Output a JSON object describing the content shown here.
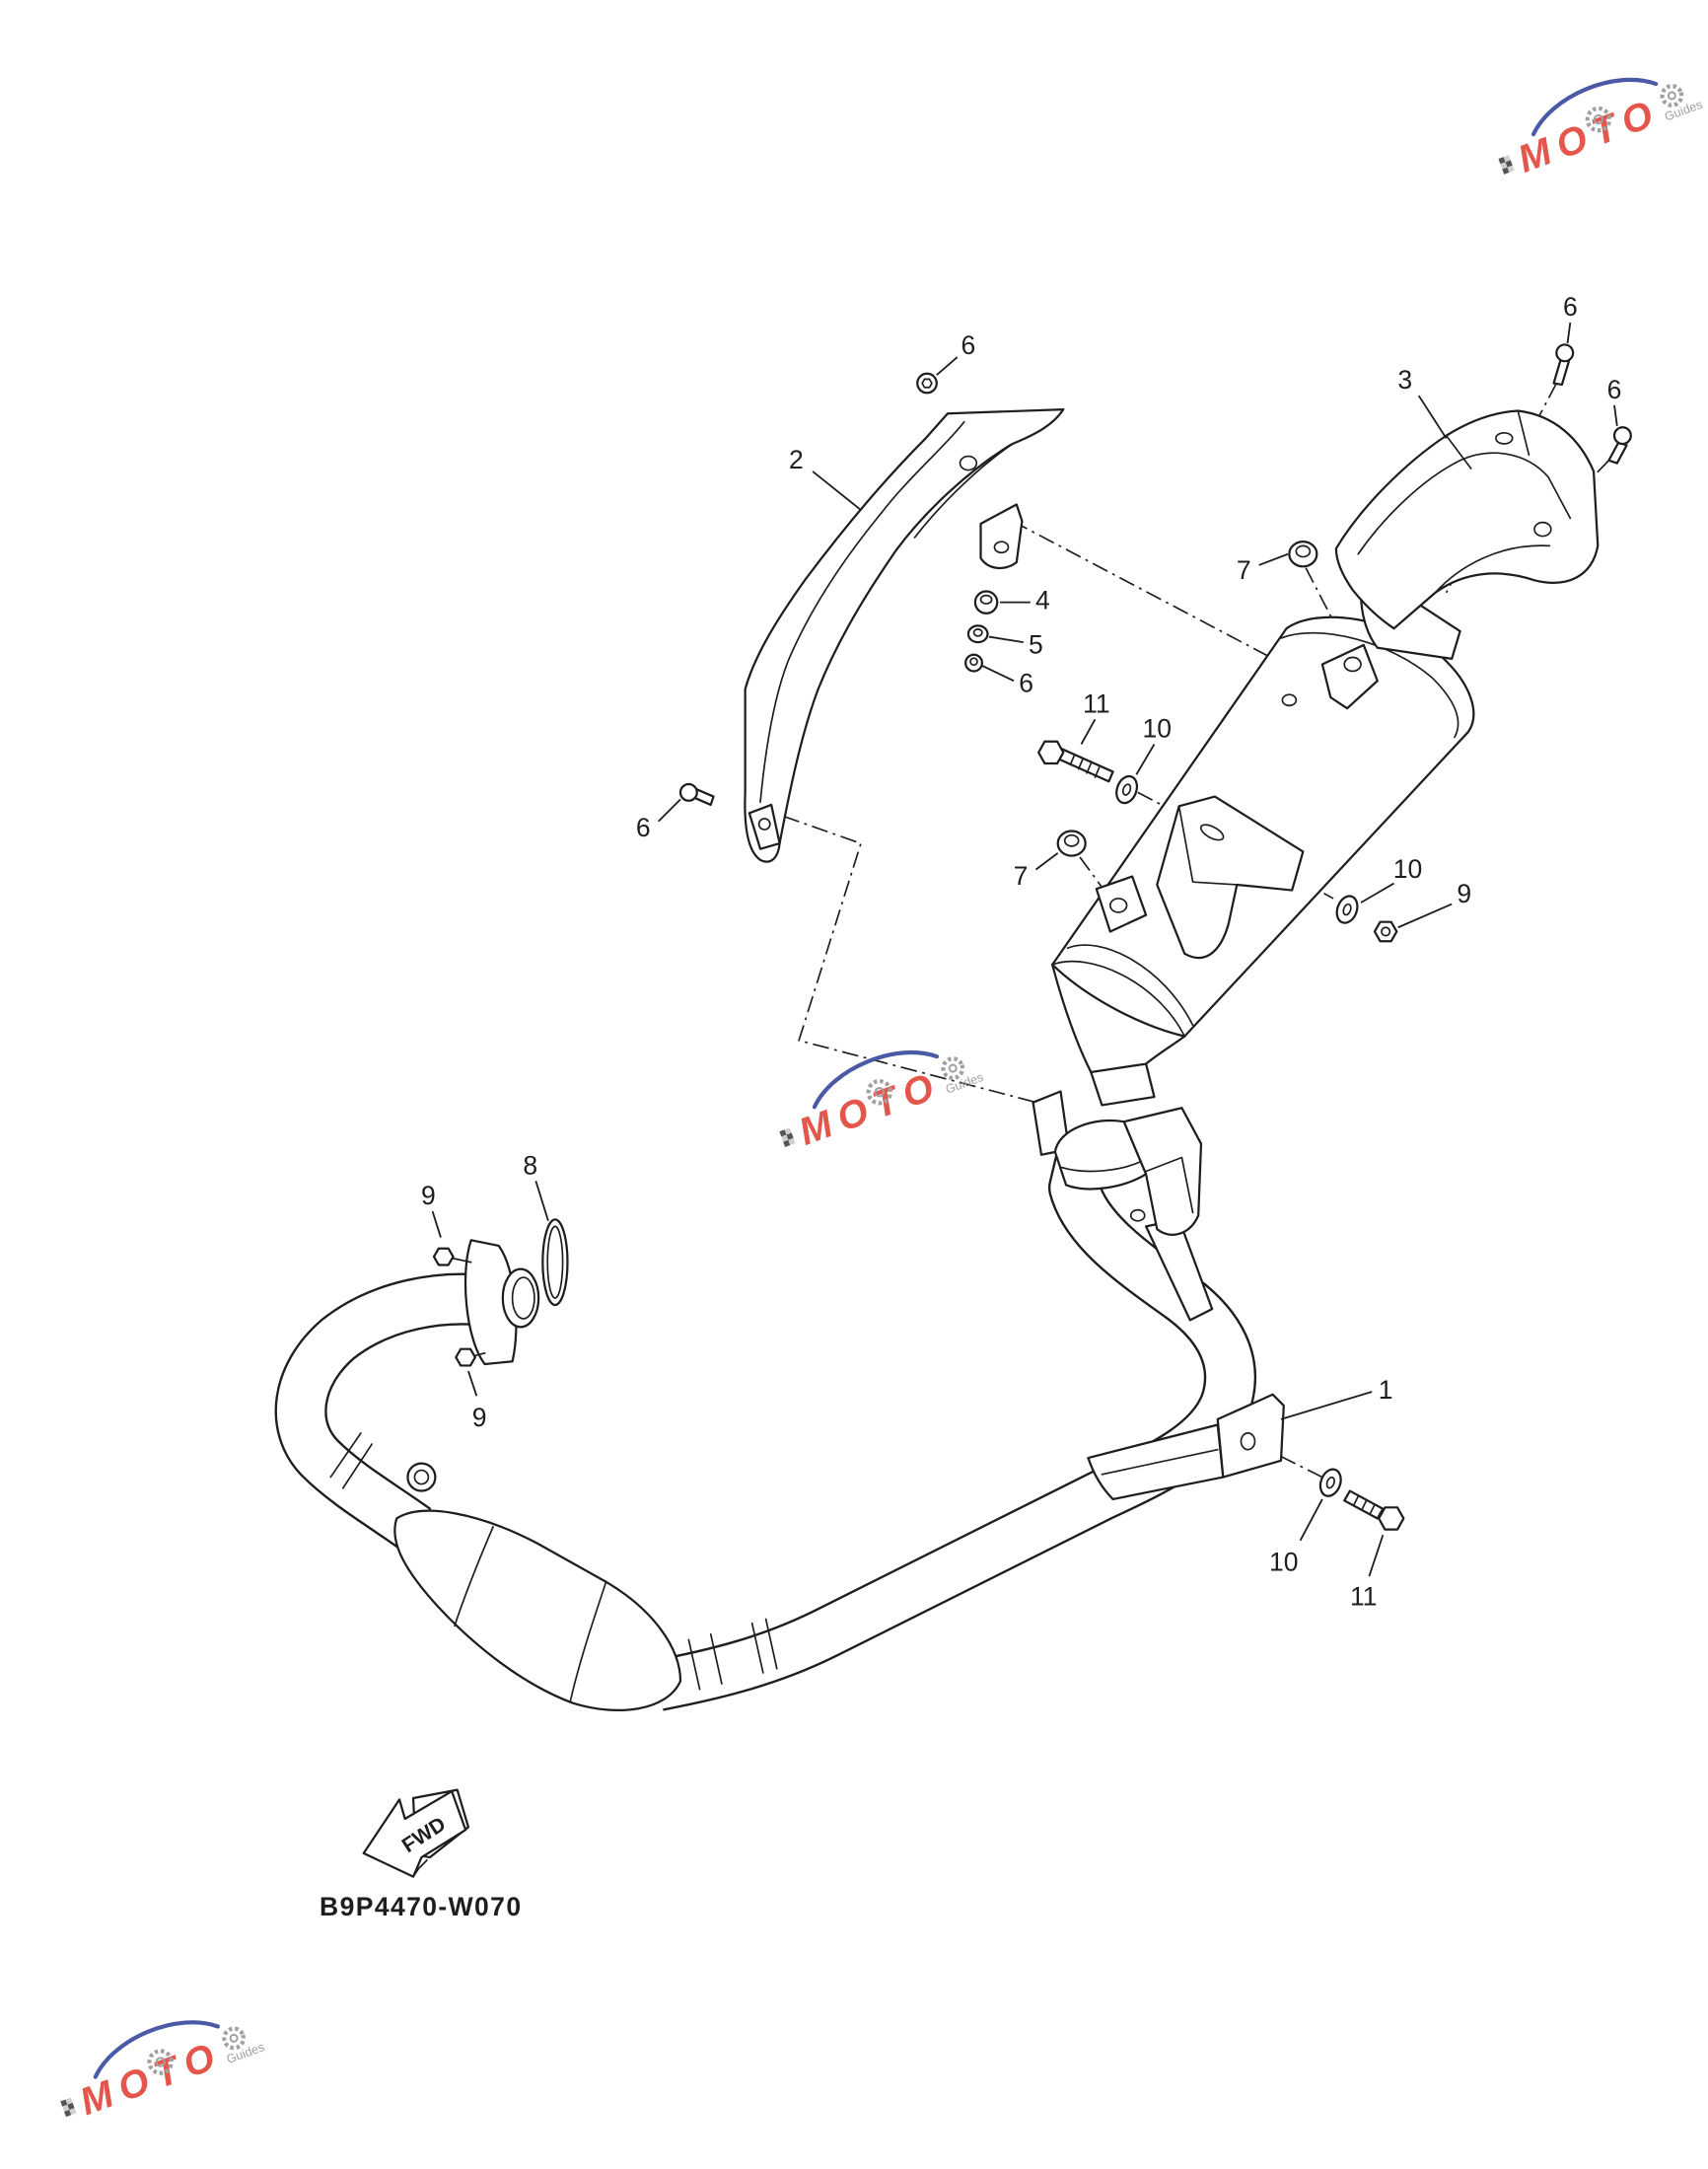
{
  "diagram": {
    "callouts": [
      "6",
      "2",
      "3",
      "6",
      "6",
      "7",
      "4",
      "5",
      "6",
      "11",
      "10",
      "6",
      "7",
      "10",
      "9",
      "8",
      "9",
      "9",
      "1",
      "10",
      "11"
    ],
    "fwd_label": "FWD",
    "diagram_code": "B9P4470-W070"
  },
  "watermark": {
    "brand": "MOTO",
    "sub": "Guides"
  },
  "colors": {
    "line": "#1e1e1e",
    "watermark_red": "#e0392d",
    "watermark_blue": "#4b5aa6",
    "watermark_gray": "#a0a0a0"
  }
}
